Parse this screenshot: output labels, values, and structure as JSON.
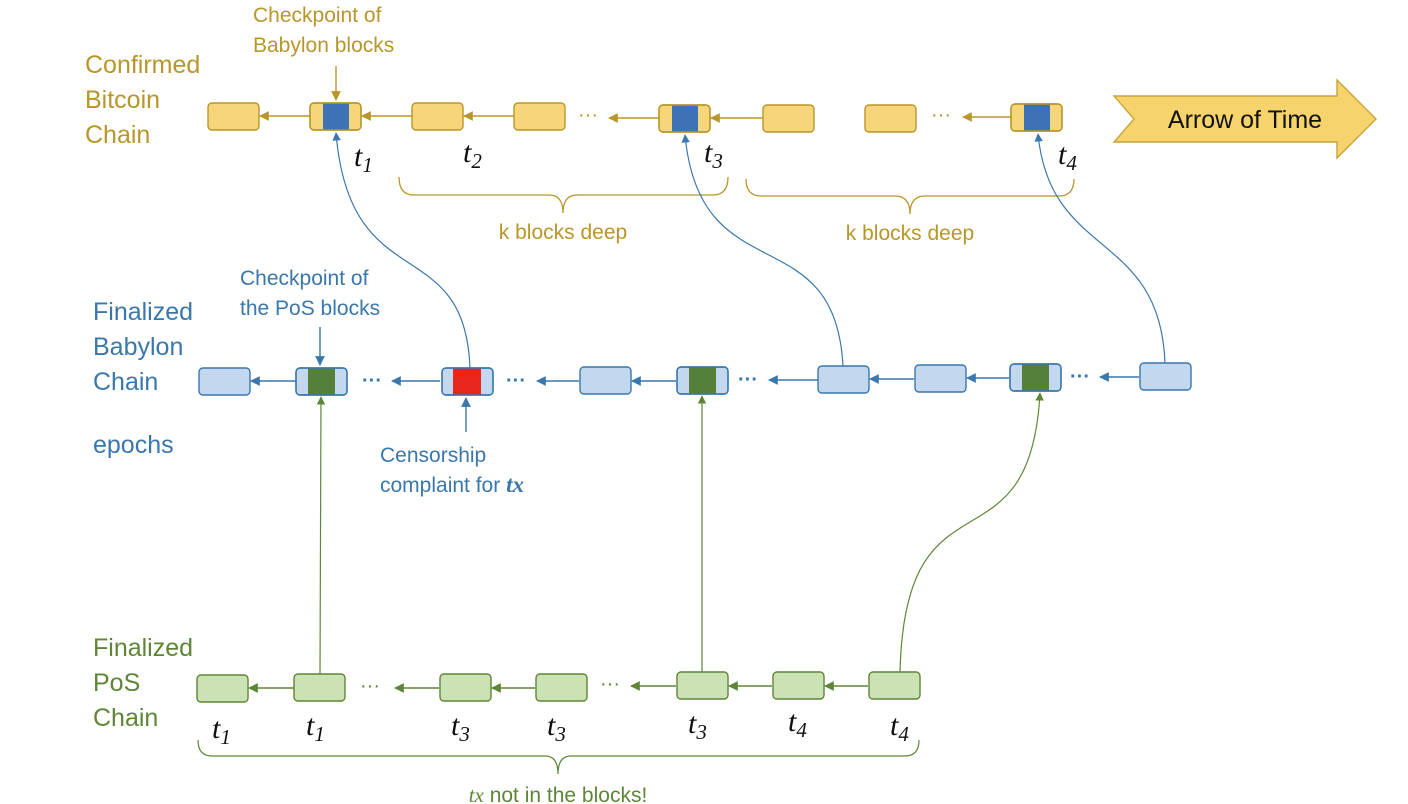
{
  "rows": {
    "bitcoin": {
      "label_lines": [
        "Confirmed",
        "Bitcoin",
        "Chain"
      ]
    },
    "babylon": {
      "label_lines": [
        "Finalized",
        "Babylon",
        "Chain"
      ],
      "sub_label": "epochs"
    },
    "pos": {
      "label_lines": [
        "Finalized",
        "PoS",
        "Chain"
      ]
    }
  },
  "annotations": {
    "checkpoint_babylon": [
      "Checkpoint of",
      "Babylon blocks"
    ],
    "checkpoint_pos": [
      "Checkpoint of",
      "the PoS blocks"
    ],
    "censorship": {
      "line1": "Censorship",
      "line2_prefix": "complaint for ",
      "line2_math": "tx"
    },
    "k_deep_1": "k blocks deep",
    "k_deep_2": "k blocks deep",
    "tx_not_in_blocks": {
      "math": "tx",
      "suffix": " not in the blocks!"
    }
  },
  "arrow_of_time": "Arrow of Time",
  "ellipsis": "···",
  "time_labels": {
    "bitcoin": [
      {
        "base": "t",
        "sub": "1"
      },
      {
        "base": "t",
        "sub": "2"
      },
      {
        "base": "t",
        "sub": "3"
      },
      {
        "base": "t",
        "sub": "4"
      }
    ],
    "pos": [
      {
        "base": "t",
        "sub": "1"
      },
      {
        "base": "t",
        "sub": "1"
      },
      {
        "base": "t",
        "sub": "3"
      },
      {
        "base": "t",
        "sub": "3"
      },
      {
        "base": "t",
        "sub": "3"
      },
      {
        "base": "t",
        "sub": "4"
      },
      {
        "base": "t",
        "sub": "4"
      }
    ]
  },
  "colors": {
    "bitcoin_block": "#F7D57A",
    "bitcoin_line": "#B8962A",
    "checkpoint_blue": "#3C73B5",
    "babylon_block": "#C3D8EE",
    "babylon_line": "#3A77AD",
    "checkpoint_green": "#54803A",
    "censorship_red": "#E8261C",
    "pos_block": "#CBE3B4",
    "pos_line": "#5E8636",
    "arrow_fill": "#F7D36B"
  }
}
